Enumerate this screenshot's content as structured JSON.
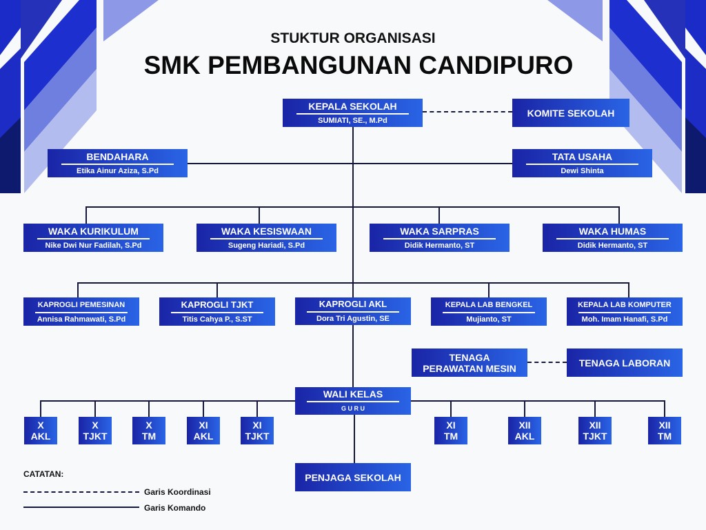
{
  "title": {
    "line1": "STUKTUR ORGANISASI",
    "line2": "SMK PEMBANGUNAN CANDIPURO"
  },
  "kepala": {
    "role": "KEPALA SEKOLAH",
    "name": "SUMIATI, SE., M.Pd"
  },
  "komite": {
    "role": "KOMITE SEKOLAH"
  },
  "bendahara": {
    "role": "BENDAHARA",
    "name": "Etika Ainur Aziza, S.Pd"
  },
  "tata_usaha": {
    "role": "TATA USAHA",
    "name": "Dewi Shinta"
  },
  "waka": [
    {
      "role": "WAKA KURIKULUM",
      "name": "Nike Dwi Nur Fadilah, S.Pd"
    },
    {
      "role": "WAKA KESISWAAN",
      "name": "Sugeng Hariadi, S.Pd"
    },
    {
      "role": "WAKA SARPRAS",
      "name": "Didik Hermanto, ST"
    },
    {
      "role": "WAKA HUMAS",
      "name": "Didik Hermanto, ST"
    }
  ],
  "kaprogli": [
    {
      "role": "KAPROGLI PEMESINAN",
      "name": "Annisa Rahmawati, S.Pd"
    },
    {
      "role": "KAPROGLI TJKT",
      "name": "Titis Cahya P., S.ST"
    },
    {
      "role": "KAPROGLI AKL",
      "name": "Dora Tri Agustin, SE"
    },
    {
      "role": "KEPALA LAB BENGKEL",
      "name": "Mujianto, ST"
    },
    {
      "role": "KEPALA LAB KOMPUTER",
      "name": "Moh. Imam Hanafi, S.Pd"
    }
  ],
  "tenaga_perawatan": {
    "line1": "TENAGA",
    "line2": "PERAWATAN MESIN"
  },
  "tenaga_laboran": {
    "role": "TENAGA LABORAN"
  },
  "wali_kelas": {
    "role": "WALI KELAS",
    "sub": "G U R U"
  },
  "classes": [
    {
      "grade": "X",
      "major": "AKL"
    },
    {
      "grade": "X",
      "major": "TJKT"
    },
    {
      "grade": "X",
      "major": "TM"
    },
    {
      "grade": "XI",
      "major": "AKL"
    },
    {
      "grade": "XI",
      "major": "TJKT"
    },
    {
      "grade": "XI",
      "major": "TM"
    },
    {
      "grade": "XII",
      "major": "AKL"
    },
    {
      "grade": "XII",
      "major": "TJKT"
    },
    {
      "grade": "XII",
      "major": "TM"
    }
  ],
  "penjaga": {
    "role": "PENJAGA SEKOLAH"
  },
  "legend": {
    "title": "CATATAN:",
    "dashed": "Garis Koordinasi",
    "solid": "Garis Komando"
  }
}
